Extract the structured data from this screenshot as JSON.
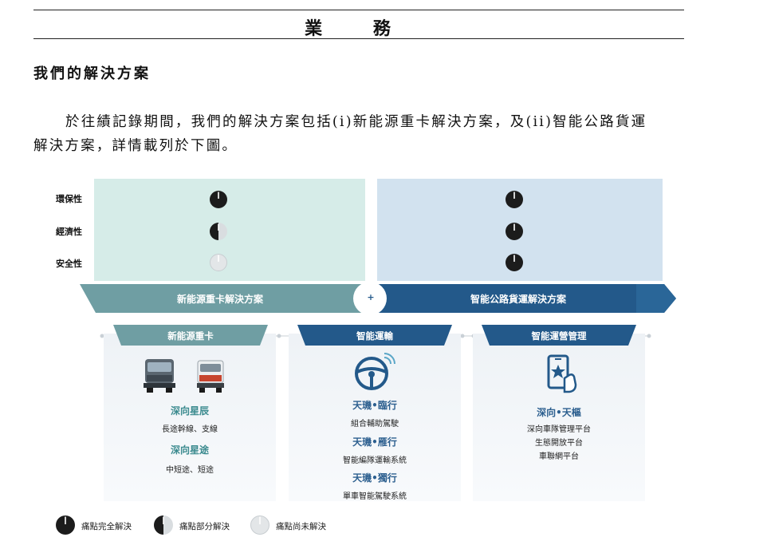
{
  "header": {
    "title": "業 務"
  },
  "section": {
    "heading": "我們的解決方案"
  },
  "paragraph": {
    "line1": "於往績記錄期間，我們的解決方案包括(i)新能源重卡解決方案，及(ii)智能公路貨運",
    "line2": "解決方案，詳情載列於下圖。"
  },
  "diagram": {
    "row_labels": [
      "環保性",
      "經濟性",
      "安全性"
    ],
    "left_solution": {
      "title": "新能源重卡解決方案",
      "ratings": [
        "full",
        "partial",
        "none"
      ]
    },
    "right_solution": {
      "title": "智能公路貨運解決方案",
      "ratings": [
        "full",
        "full",
        "full"
      ]
    },
    "plus_symbol": "+",
    "cards": [
      {
        "tab": "新能源重卡",
        "icon": "truck-icon",
        "products": [
          {
            "name": "深向星辰",
            "desc": "長途幹線、支線"
          },
          {
            "name": "深向星途",
            "desc": "中短途、短途"
          }
        ]
      },
      {
        "tab": "智能運輸",
        "icon": "steering-wheel-icon",
        "products": [
          {
            "name": "天璣•臨行",
            "desc": "組合輔助駕駛"
          },
          {
            "name": "天璣•雁行",
            "desc": "智能編隊運輸系統"
          },
          {
            "name": "天璣•獨行",
            "desc": "單車智能駕駛系統"
          }
        ]
      },
      {
        "tab": "智能運營管理",
        "icon": "mobile-platform-icon",
        "products": [
          {
            "name": "深向•天樞",
            "desc": ""
          }
        ],
        "lines": [
          "深向車隊管理平台",
          "生態開放平台",
          "車聯網平台"
        ]
      }
    ]
  },
  "legend": [
    {
      "type": "full",
      "label": "痛點完全解決"
    },
    {
      "type": "partial",
      "label": "痛點部分解決"
    },
    {
      "type": "none",
      "label": "痛點尚未解決"
    }
  ],
  "colors": {
    "left_panel": "#d6ece8",
    "right_panel": "#d2e2ef",
    "teal": "#6f9ea3",
    "navy": "#23598a",
    "dark_circle": "#1c1c1c",
    "light_circle": "#d9dde0"
  }
}
